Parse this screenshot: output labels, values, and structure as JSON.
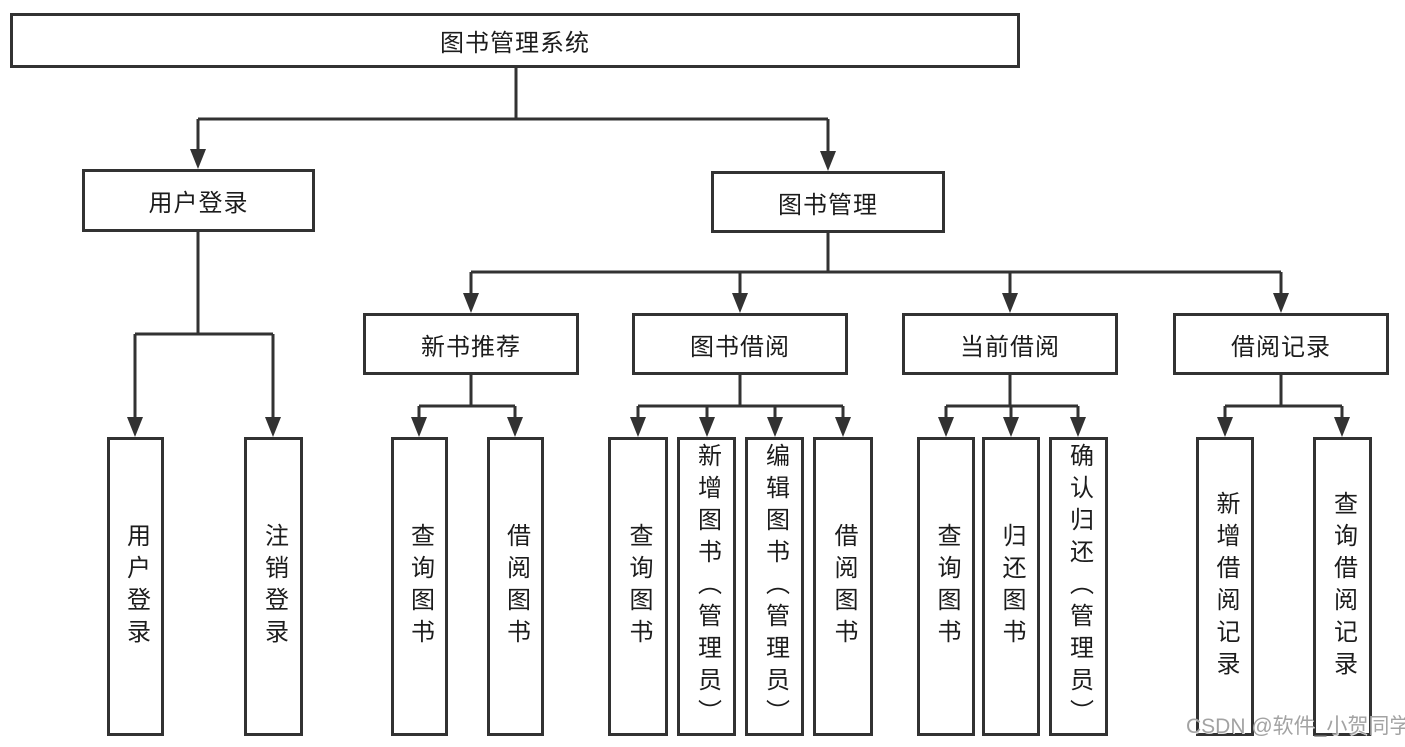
{
  "diagram": {
    "root": {
      "label": "图书管理系统"
    },
    "level2": [
      {
        "label": "用户登录"
      },
      {
        "label": "图书管理"
      }
    ],
    "level3": [
      {
        "label": "新书推荐"
      },
      {
        "label": "图书借阅"
      },
      {
        "label": "当前借阅"
      },
      {
        "label": "借阅记录"
      }
    ],
    "leaves": {
      "login": [
        "用户登录",
        "注销登录"
      ],
      "newbook": [
        "查询图书",
        "借阅图书"
      ],
      "borrow": [
        "查询图书",
        "新增图书（管理员）",
        "编辑图书（管理员）",
        "借阅图书"
      ],
      "current": [
        "查询图书",
        "归还图书",
        "确认归还（管理员）"
      ],
      "records": [
        "新增借阅记录",
        "查询借阅记录"
      ]
    },
    "watermark": "CSDN @软件_小贺同学"
  },
  "colors": {
    "line-color": "#323232",
    "text-color": "#1c1c1c",
    "watermark-color": "#a3a3a3"
  }
}
